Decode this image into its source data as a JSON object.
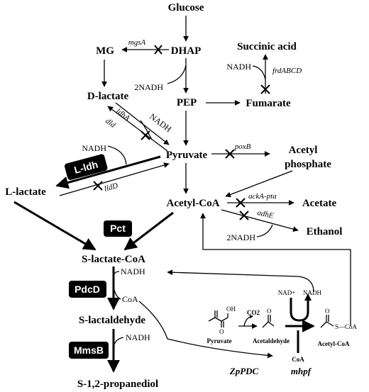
{
  "nodes": {
    "glucose": "Glucose",
    "mg": "MG",
    "dhap": "DHAP",
    "succinic": "Succinic acid",
    "d_lactate": "D-lactate",
    "pep": "PEP",
    "fumarate": "Fumarate",
    "pyruvate": "Pyruvate",
    "acetyl_phosphate_1": "Acetyl",
    "acetyl_phosphate_2": "phosphate",
    "l_lactate": "L-lactate",
    "acetyl_coa": "Acetyl-CoA",
    "acetate": "Acetate",
    "ethanol": "Ethanol",
    "s_lactate_coa": "S-lactate-CoA",
    "s_lactaldehyde": "S-lactaldehyde",
    "s_propanediol": "S-1,2-propanediol"
  },
  "genes": {
    "mgsA": "mgsA",
    "frdABCD": "frdABCD",
    "ldhA": "ldhA",
    "dld": "dld",
    "poxB": "poxB",
    "lldD": "lldD",
    "ackA_pta": "ackA-pta",
    "adhE": "adhE"
  },
  "cofactors": {
    "nadh_dhap": "2NADH",
    "nadh_frd": "NADH",
    "nadh_ldha": "NADH",
    "nadh_lldh": "NADH",
    "nadh_adhe": "2NADH",
    "nadh_pdcd": "NADH",
    "coa_pdcd": "CoA",
    "nadh_mmsb": "NADH"
  },
  "enzymes": {
    "l_ldh": "L-ldh",
    "pct": "Pct",
    "pdcd": "PdcD",
    "mmsb": "MmsB"
  },
  "inset": {
    "pyruvate": "Pyruvate",
    "co2": "CO2",
    "acetaldehyde": "Acetaldehyde",
    "nad_plus": "NAD+",
    "nadh": "NADH",
    "coa": "CoA",
    "acetyl_coa": "Acetyl-CoA",
    "scoa": "S—CoA",
    "oh": "OH",
    "o": "O",
    "organism_1": "ZpPDC",
    "organism_2": "mhpf"
  }
}
